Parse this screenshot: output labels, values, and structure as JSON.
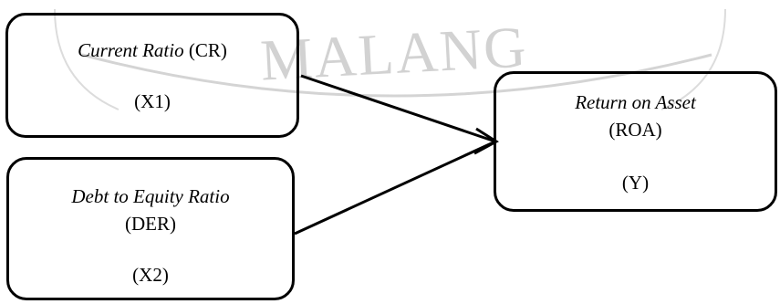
{
  "watermark": {
    "text": "MALANG",
    "color": "#d2d2d2"
  },
  "boxes": {
    "x1": {
      "name_italic": "Current Ratio",
      "abbr": "(CR)",
      "var": "(X1)"
    },
    "x2": {
      "name_italic": "Debt to Equity Ratio",
      "abbr": "(DER)",
      "var": "(X2)"
    },
    "y": {
      "name_italic": "Return on Asset",
      "abbr": "(ROA)",
      "var": "(Y)"
    }
  },
  "connections": [
    {
      "from": "x1",
      "to": "y"
    },
    {
      "from": "x2",
      "to": "y"
    }
  ],
  "colors": {
    "stroke": "#000000",
    "background": "#ffffff"
  }
}
